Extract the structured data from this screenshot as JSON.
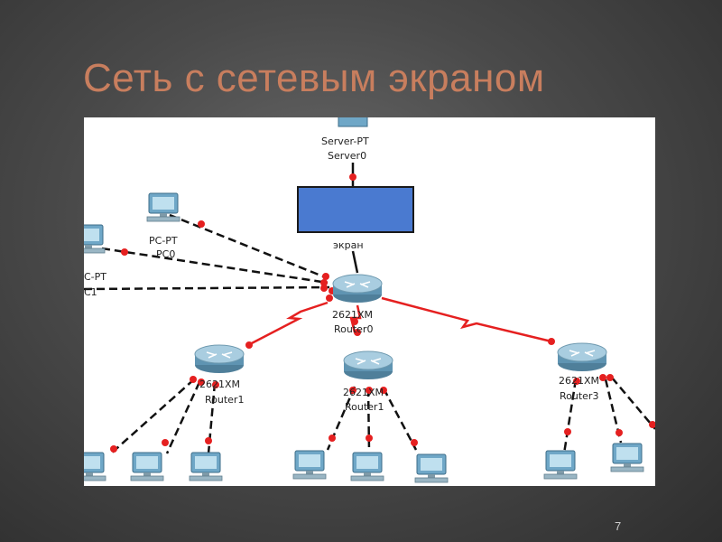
{
  "slide": {
    "title": "Сеть с сетевым экраном",
    "page_number": "7"
  },
  "diagram": {
    "colors": {
      "link": "#111111",
      "serial": "#e52020",
      "port": "#e52020",
      "firewall": "#4a7ad0"
    },
    "labels": {
      "server_type": "Server-PT",
      "server_name": "Server0",
      "firewall_l1": "экран",
      "pc0_type": "PC-PT",
      "pc0_name": "PC0",
      "pc1_type": "C-PT",
      "pc1_name": "C1",
      "router0_model": "2621XM",
      "router0_name": "Router0",
      "router1_model": "2621XM",
      "router1_name": "Router1",
      "router2_model": "2621XM",
      "router2_name": "Router1",
      "router3_model": "2621XM",
      "router3_name": "Router3"
    }
  }
}
